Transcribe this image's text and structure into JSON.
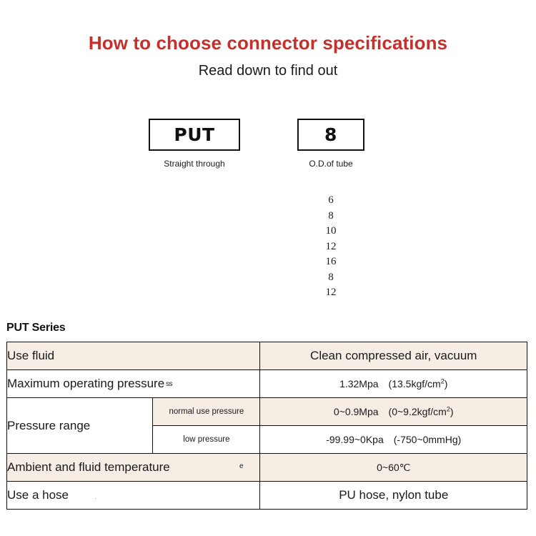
{
  "header": {
    "headline": "How to choose connector specifications",
    "subhead": "Read down to find out",
    "headline_color": "#c4302b"
  },
  "selector": {
    "boxes": [
      {
        "code": "PUT",
        "caption": "Straight through"
      },
      {
        "code": "8",
        "caption": "O.D.of tube"
      }
    ],
    "od_options": [
      "6",
      "8",
      "10",
      "12",
      "16",
      "8",
      "12"
    ]
  },
  "spec": {
    "title": "PUT Series",
    "tint_color": "#f6eee5",
    "rows": [
      {
        "label": "Use fluid",
        "sub": null,
        "value": "Clean compressed air, vacuum",
        "tint": true,
        "value_size": "large"
      },
      {
        "label": "Maximum operating pressure",
        "label_artifact": "ss",
        "sub": null,
        "value": "1.32Mpa　(13.5kgf/cm²)",
        "tint": false,
        "value_size": "small"
      },
      {
        "label": "Pressure range",
        "sub": "normal use pressure",
        "value": "0~0.9Mpa　(0~9.2kgf/cm²)",
        "tint": true,
        "value_size": "small"
      },
      {
        "label": "",
        "sub": "low pressure",
        "value": "-99.99~0Kpa　(-750~0mmHg)",
        "tint": false,
        "value_size": "small"
      },
      {
        "label": "Ambient and fluid temperature",
        "label_artifact": "e",
        "sub": null,
        "value": "0~60℃",
        "tint": true,
        "value_size": "small"
      },
      {
        "label": "Use a hose",
        "label_artifact": ".",
        "sub": null,
        "value": "PU hose, nylon tube",
        "tint": false,
        "value_size": "large"
      }
    ]
  }
}
